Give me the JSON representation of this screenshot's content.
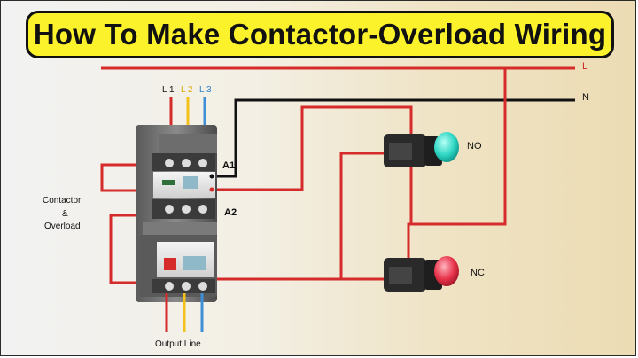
{
  "title": "How To Make Contactor-Overload Wiring",
  "labels": {
    "supply_line": "L",
    "neutral": "N",
    "phase_1": "L 1",
    "phase_2": "L 2",
    "phase_3": "L 3",
    "coil_a1": "A1",
    "coil_a2": "A2",
    "no_button": "NO",
    "nc_button": "NC",
    "device_line_1": "Contactor",
    "device_line_2": "&",
    "device_line_3": "Overload",
    "output": "Output Line"
  },
  "colors": {
    "title_bg": "#fbf22b",
    "phase_red": "#d62b2b",
    "phase_yellow": "#f2c21b",
    "phase_blue": "#3d8fd6",
    "neutral_wire": "#111111",
    "no_button_color": "#2fd6c4",
    "nc_button_color": "#e8334a"
  }
}
